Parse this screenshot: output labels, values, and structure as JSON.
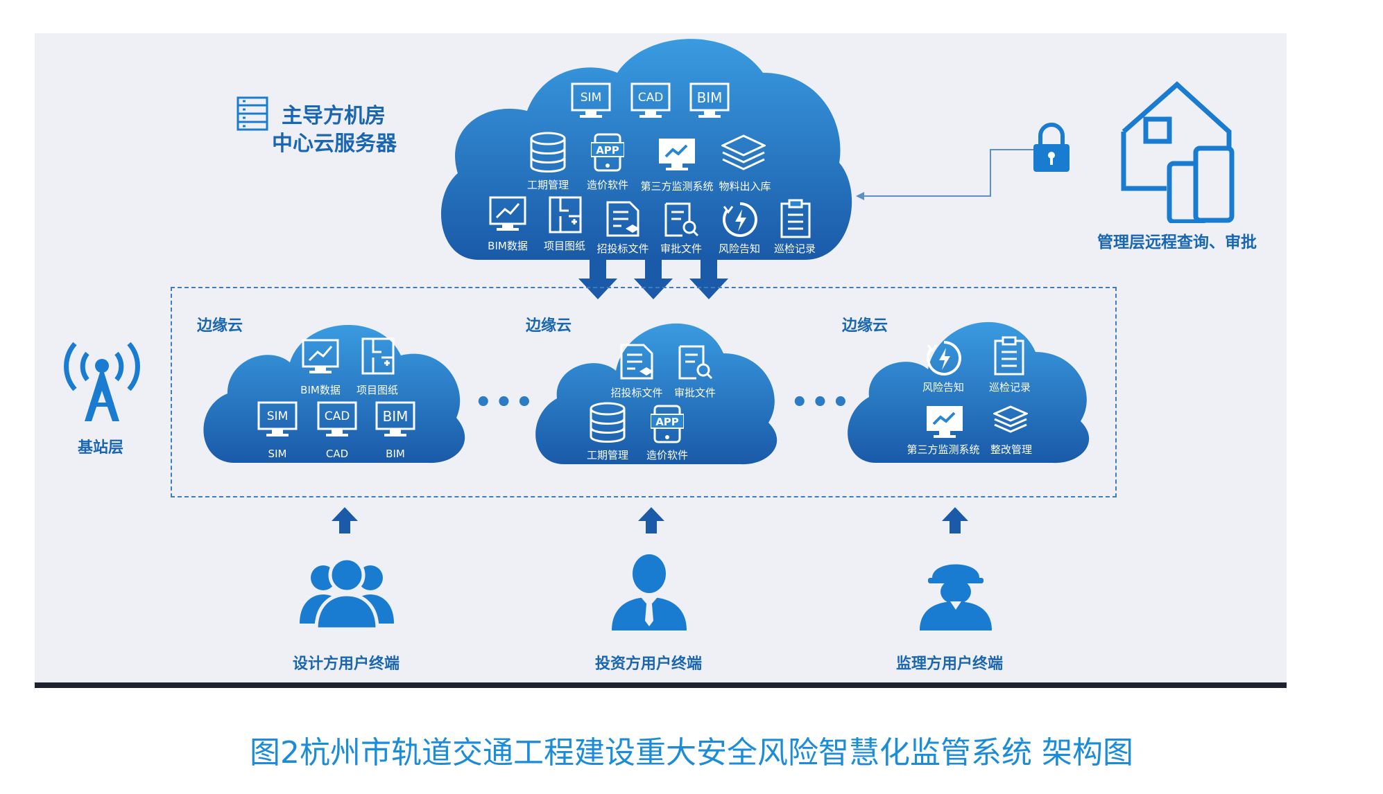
{
  "colors": {
    "primary": "#1a66b0",
    "cloud_top": "#2f8fd8",
    "cloud_bottom": "#1c5fae",
    "panel_bg": "#eef0f5",
    "caption": "#1a8cd8"
  },
  "center": {
    "title_line1": "主导方机房",
    "title_line2": "中心云服务器",
    "row1": [
      "SIM",
      "CAD",
      "BIM"
    ],
    "row2": [
      "工期管理",
      "造价软件",
      "第三方监测系统",
      "物料出入库"
    ],
    "row3": [
      "BIM数据",
      "项目图纸",
      "招投标文件",
      "审批文件",
      "风险告知",
      "巡检记录"
    ],
    "app_label": "APP"
  },
  "management": {
    "label": "管理层远程查询、审批"
  },
  "base_station": {
    "label": "基站层"
  },
  "edge": [
    {
      "title": "边缘云",
      "top": [
        "BIM数据",
        "项目图纸"
      ],
      "bottom": [
        "SIM",
        "CAD",
        "BIM"
      ]
    },
    {
      "title": "边缘云",
      "top": [
        "招投标文件",
        "审批文件"
      ],
      "bottom": [
        "工期管理",
        "造价软件"
      ]
    },
    {
      "title": "边缘云",
      "top": [
        "风险告知",
        "巡检记录"
      ],
      "bottom": [
        "第三方监测系统",
        "整改管理"
      ]
    }
  ],
  "ellipsis": "•••",
  "users": [
    "设计方用户终端",
    "投资方用户终端",
    "监理方用户终端"
  ],
  "caption": "图2杭州市轨道交通工程建设重大安全风险智慧化监管系统 架构图"
}
